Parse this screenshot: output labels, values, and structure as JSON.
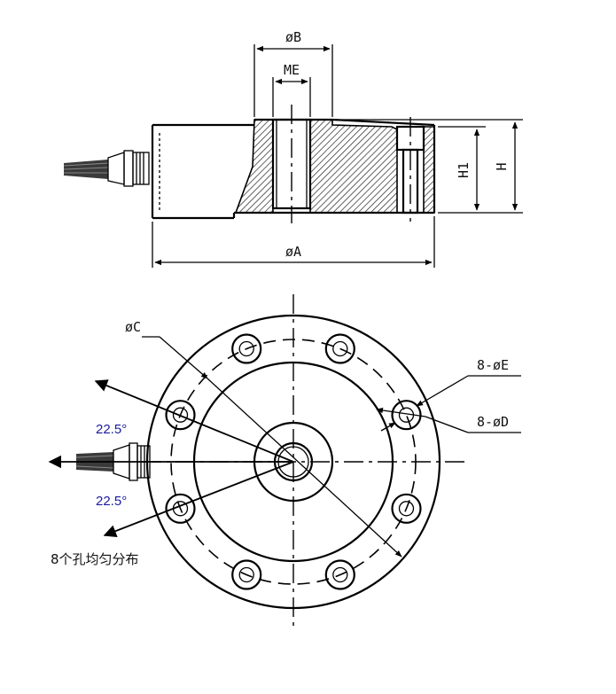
{
  "side_view": {
    "dim_B": "øB",
    "dim_ME": "ME",
    "dim_H1": "H1",
    "dim_H": "H",
    "dim_A": "øA"
  },
  "top_view": {
    "dim_C": "øC",
    "dim_E": "8-øE",
    "dim_D": "8-øD",
    "angle_upper": "22.5°",
    "angle_lower": "22.5°",
    "note": "8个孔均匀分布"
  }
}
